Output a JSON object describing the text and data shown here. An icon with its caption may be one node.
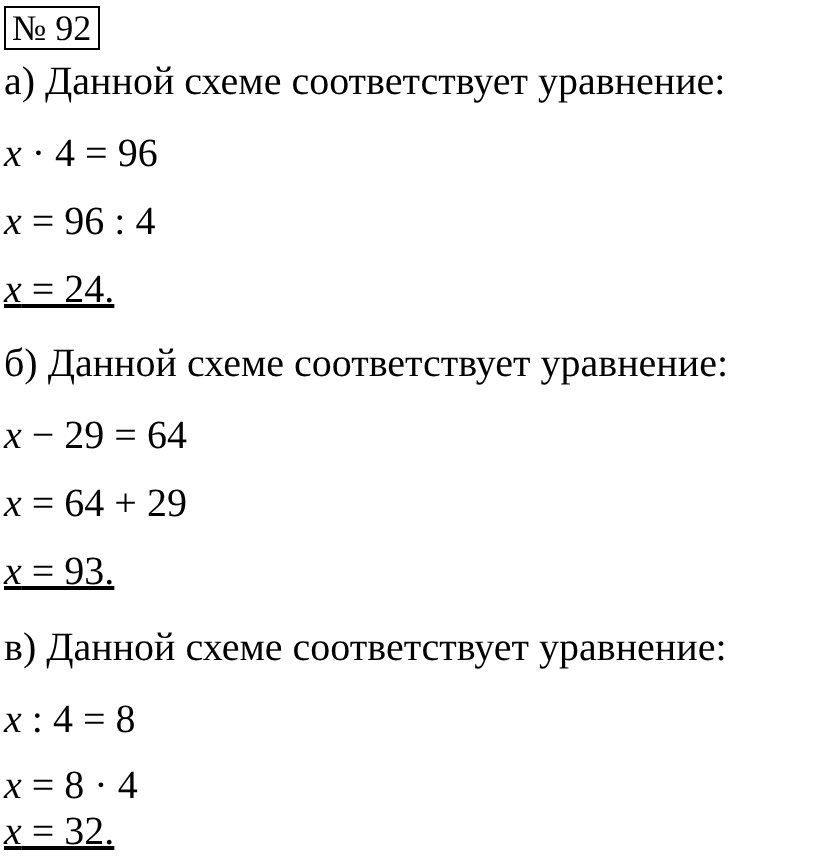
{
  "diagram": {
    "title": "№ 92",
    "labels": [
      "а) Данной схеме соответствует уравнение:",
      "*x* · 4 = 96",
      "*x* = 96 : 4",
      "*x* = 24.",
      "б) Данной схеме соответствует уравнение:",
      "*x* − 29 = 64",
      "*x* = 64 + 29",
      "*x* = 93.",
      "в) Данной схеме соответствует уравнение:",
      "*x* : 4 = 8",
      "*x* = 8 · 4",
      "*x* = 32."
    ]
  }
}
